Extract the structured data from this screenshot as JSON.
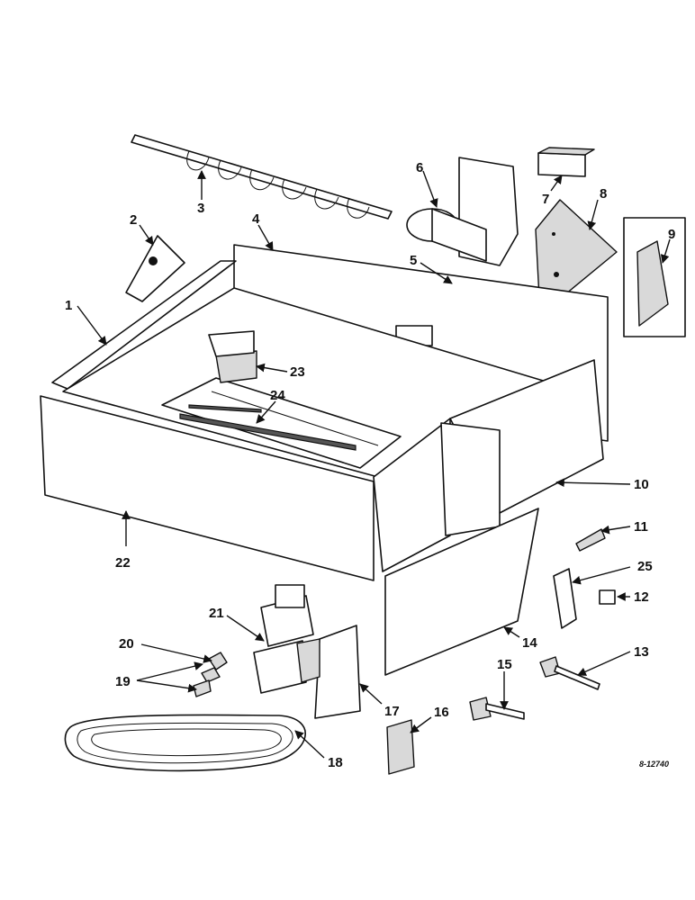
{
  "drawing_number": "8-12740",
  "callouts": [
    {
      "id": "1",
      "label": "1"
    },
    {
      "id": "2",
      "label": "2"
    },
    {
      "id": "3",
      "label": "3"
    },
    {
      "id": "4",
      "label": "4"
    },
    {
      "id": "5",
      "label": "5"
    },
    {
      "id": "6",
      "label": "6"
    },
    {
      "id": "7",
      "label": "7"
    },
    {
      "id": "8",
      "label": "8"
    },
    {
      "id": "9",
      "label": "9"
    },
    {
      "id": "10",
      "label": "10"
    },
    {
      "id": "11",
      "label": "11"
    },
    {
      "id": "12",
      "label": "12"
    },
    {
      "id": "13",
      "label": "13"
    },
    {
      "id": "14",
      "label": "14"
    },
    {
      "id": "15",
      "label": "15"
    },
    {
      "id": "16",
      "label": "16"
    },
    {
      "id": "17",
      "label": "17"
    },
    {
      "id": "18",
      "label": "18"
    },
    {
      "id": "19",
      "label": "19"
    },
    {
      "id": "20",
      "label": "20"
    },
    {
      "id": "21",
      "label": "21"
    },
    {
      "id": "22",
      "label": "22"
    },
    {
      "id": "23",
      "label": "23"
    },
    {
      "id": "24",
      "label": "24"
    },
    {
      "id": "25",
      "label": "25"
    }
  ]
}
